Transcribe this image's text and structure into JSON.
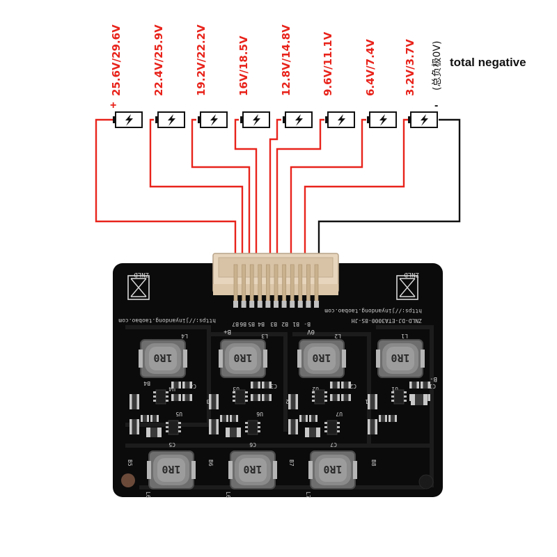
{
  "voltage_labels": [
    {
      "text": "25.6V/29.6V"
    },
    {
      "text": "22.4V/25.9V"
    },
    {
      "text": "19.2V/22.2V"
    },
    {
      "text": "16V/18.5V"
    },
    {
      "text": "12.8V/14.8V"
    },
    {
      "text": "9.6V/11.1V"
    },
    {
      "text": "6.4V/7.4V"
    },
    {
      "text": "3.2V/3.7V"
    }
  ],
  "negative_label_cn": "(总负极0V)",
  "negative_label_en": "total negative",
  "plus_sign": "+",
  "minus_sign": "-",
  "colors": {
    "wire_red": "#e8231b",
    "wire_black": "#111111",
    "pcb": "#0b0b0b",
    "connector": "#e7d5bd"
  },
  "board": {
    "brand": "ZNLD",
    "url": "https://jinyandong.taobao.com",
    "model": "ZNLD-DJ-ETA3000-8S-JH",
    "pin_labels": [
      "B+",
      "B7",
      "B6",
      "B5",
      "B4",
      "B3",
      "B2",
      "B1",
      "B-"
    ],
    "bplus": "B+",
    "zero_v": "0V",
    "bminus": "B-",
    "inductor_marking": "1R0",
    "top_inductor_refs": [
      "L4",
      "L3",
      "L2",
      "L1"
    ],
    "bottom_inductor_refs": [
      "L6",
      "L6",
      "L7"
    ],
    "balance_refs": [
      "B4",
      "B3",
      "B2",
      "B1",
      "B5",
      "B6",
      "B7",
      "B8"
    ],
    "ic_refs": [
      "U4",
      "U3",
      "U2",
      "U1",
      "U5",
      "U6",
      "U7"
    ],
    "cap_refs": [
      "C4",
      "C3",
      "C2",
      "C1",
      "C5",
      "C6",
      "C7"
    ]
  }
}
